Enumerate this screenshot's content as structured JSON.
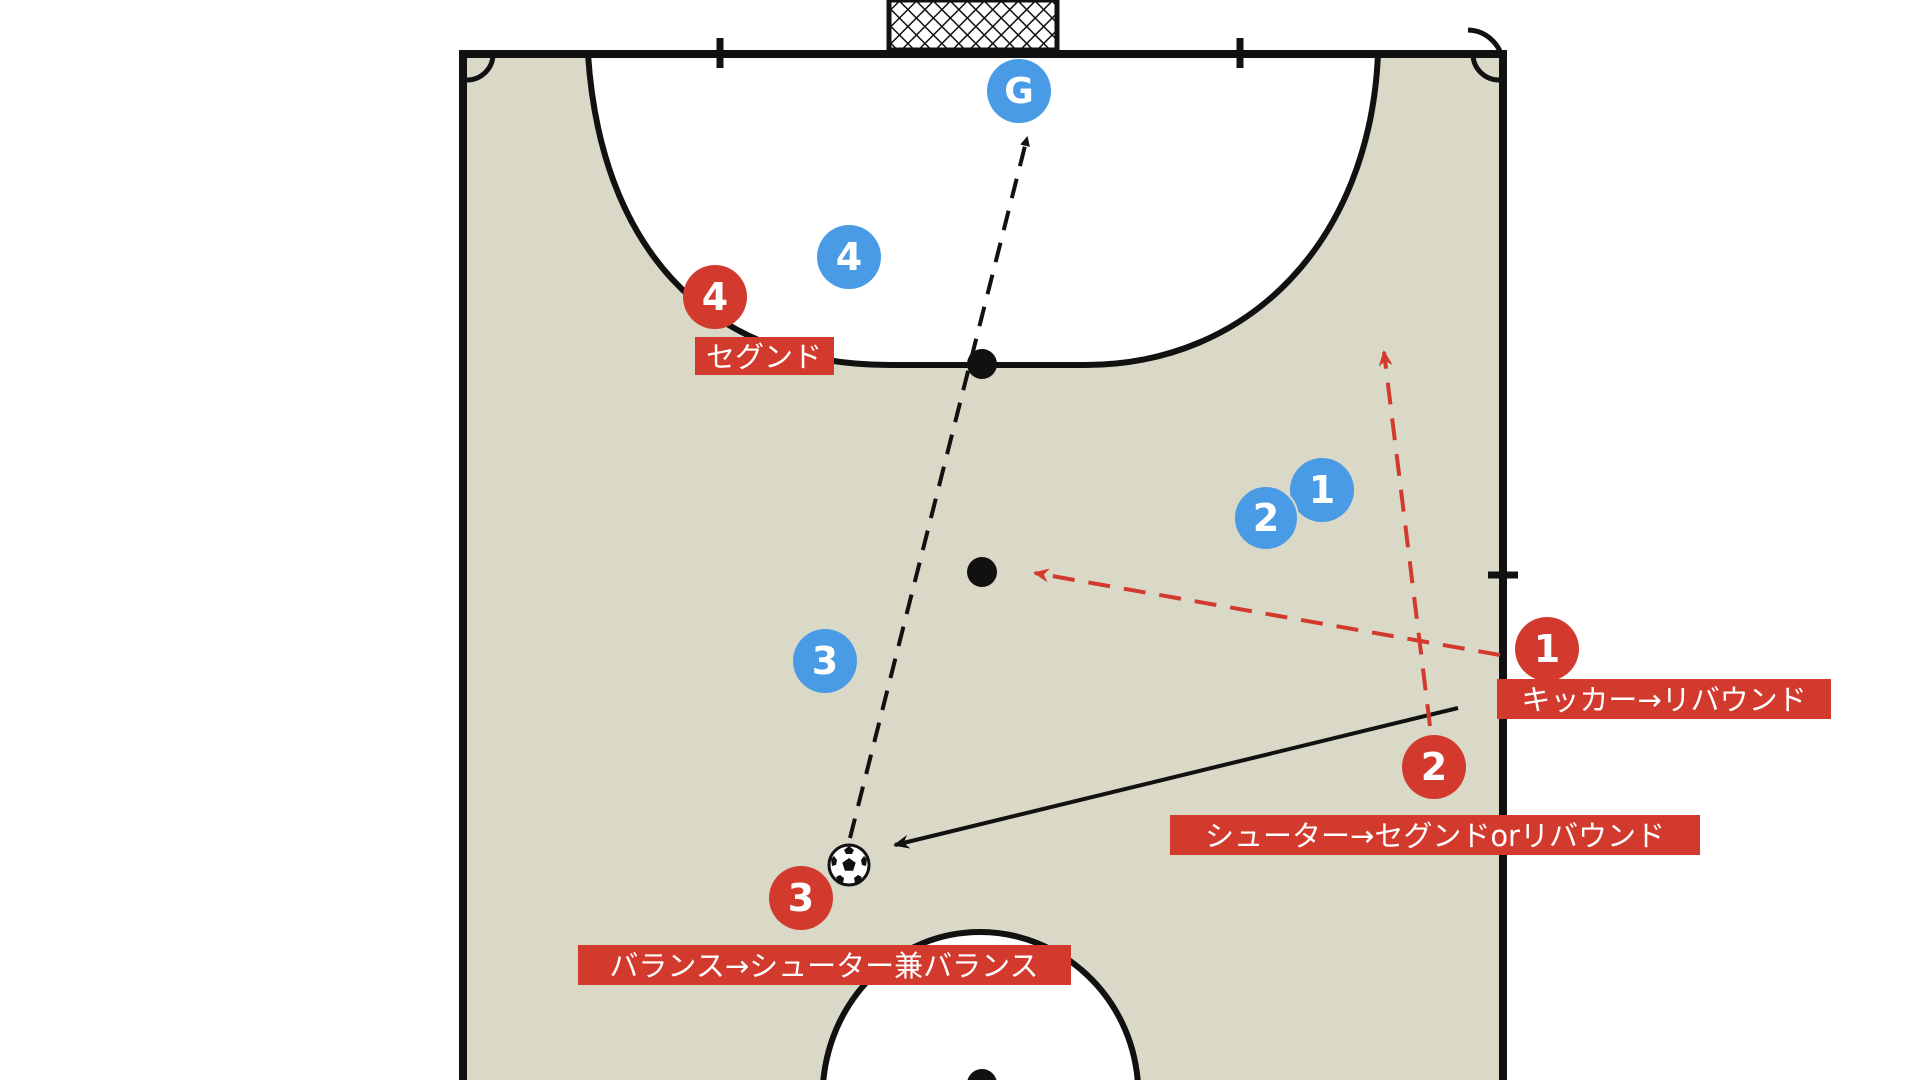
{
  "colors": {
    "court": "#dad8c7",
    "area": "#ffffff",
    "line": "#111111",
    "blue": "#4a9be6",
    "red": "#d23a2e",
    "white": "#ffffff"
  },
  "markers": {
    "goalkeeper": "G",
    "blue_4": "4",
    "blue_1": "1",
    "blue_2": "2",
    "blue_3": "3",
    "red_1": "1",
    "red_2": "2",
    "red_3": "3",
    "red_4": "4"
  },
  "labels": {
    "red_1": "キッカー→リバウンド",
    "red_2": "シューター→セグンドorリバウンド",
    "red_3": "バランス→シューター兼バランス",
    "red_4": "セグンド"
  },
  "icons": {
    "ball": "soccer-ball-icon",
    "goal": "goal-net-icon"
  }
}
